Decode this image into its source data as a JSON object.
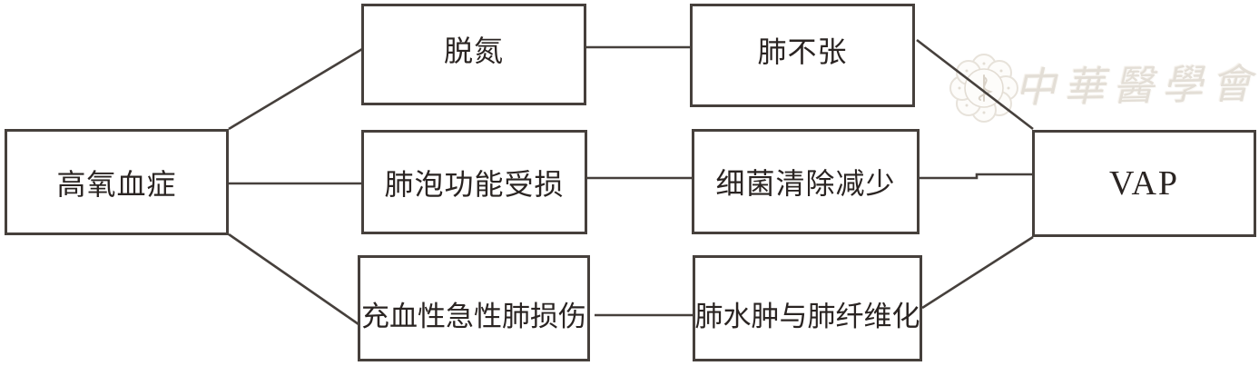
{
  "figure": {
    "background_color": "#ffffff",
    "box_border_color": "#46403c",
    "text_color": "#2a2422"
  },
  "nodes": [
    {
      "id": "hyperoxemia",
      "label": "高氧血症"
    },
    {
      "id": "denitrogenation",
      "label": "脱氮"
    },
    {
      "id": "atelectasis",
      "label": "肺不张"
    },
    {
      "id": "alveolar-impairment",
      "label": "肺泡功能受损"
    },
    {
      "id": "bacterial-clearance",
      "label": "细菌清除减少"
    },
    {
      "id": "congestive-acute-lung-injury",
      "label": "充血性急性肺损伤"
    },
    {
      "id": "edema-fibrosis",
      "label": "肺水肿与肺纤维化"
    },
    {
      "id": "vap",
      "label": "VAP"
    }
  ],
  "edges": [
    {
      "from": "高氧血症",
      "to": "脱氮"
    },
    {
      "from": "高氧血症",
      "to": "肺泡功能受损"
    },
    {
      "from": "高氧血症",
      "to": "充血性急性肺损伤"
    },
    {
      "from": "脱氮",
      "to": "肺不张"
    },
    {
      "from": "肺泡功能受损",
      "to": "细菌清除减少"
    },
    {
      "from": "充血性急性肺损伤",
      "to": "肺水肿与肺纤维化"
    },
    {
      "from": "肺不张",
      "to": "VAP"
    },
    {
      "from": "细菌清除减少",
      "to": "VAP"
    },
    {
      "from": "肺水肿与肺纤维化",
      "to": "VAP"
    }
  ],
  "watermark": {
    "text": "中華醫學會",
    "logo": "chinese-medical-association-seal",
    "color": "#e3ded6"
  }
}
